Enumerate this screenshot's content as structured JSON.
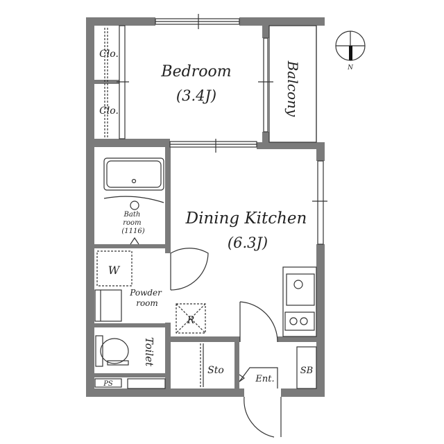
{
  "plan": {
    "rooms": {
      "bedroom": {
        "name": "Bedroom",
        "size": "(3.4J)"
      },
      "balcony": {
        "name": "Balcony"
      },
      "closet_top": {
        "name": "Clo."
      },
      "closet_bottom": {
        "name": "Clo."
      },
      "bathroom": {
        "name_line1": "Bath",
        "name_line2": "room",
        "name_line3": "(1116)"
      },
      "dining_kitchen": {
        "name": "Dining Kitchen",
        "size": "(6.3J)"
      },
      "washer": {
        "name": "W"
      },
      "powder_room": {
        "name_line1": "Powder",
        "name_line2": "room"
      },
      "refrigerator": {
        "name": "R"
      },
      "toilet": {
        "name": "Toilet"
      },
      "pipe_space": {
        "name": "PS"
      },
      "storage": {
        "name": "Sto"
      },
      "entrance": {
        "name": "Ent."
      },
      "shoe_box": {
        "name": "SB"
      }
    },
    "compass": {
      "label": "N"
    }
  }
}
